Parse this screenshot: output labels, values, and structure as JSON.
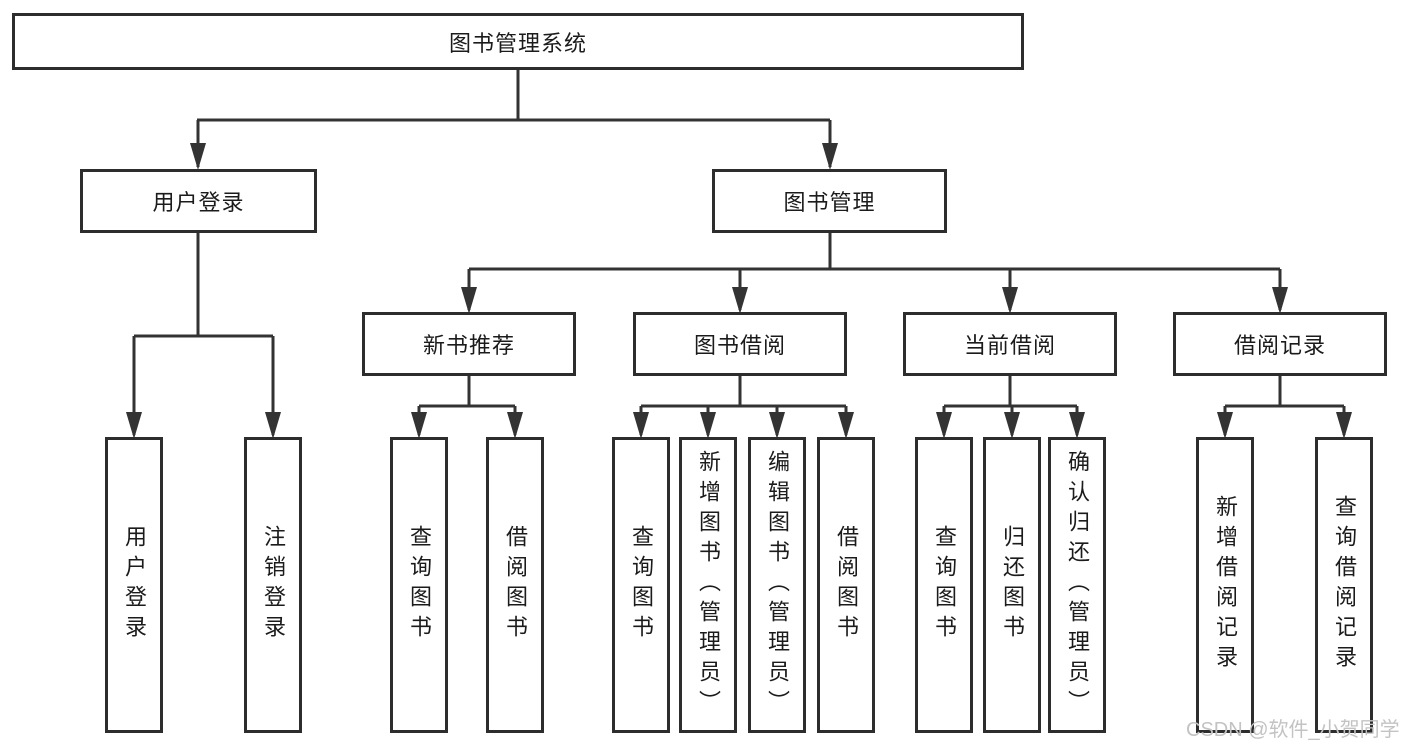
{
  "diagram": {
    "type": "tree",
    "tree": {
      "root": {
        "label": "图书管理系统",
        "children": [
          {
            "label": "用户登录",
            "children": [
              {
                "label": "用户登录"
              },
              {
                "label": "注销登录"
              }
            ]
          },
          {
            "label": "图书管理",
            "children": [
              {
                "label": "新书推荐",
                "children": [
                  {
                    "label": "查询图书"
                  },
                  {
                    "label": "借阅图书"
                  }
                ]
              },
              {
                "label": "图书借阅",
                "children": [
                  {
                    "label": "查询图书"
                  },
                  {
                    "label": "新增图书（管理员）"
                  },
                  {
                    "label": "编辑图书（管理员）"
                  },
                  {
                    "label": "借阅图书"
                  }
                ]
              },
              {
                "label": "当前借阅",
                "children": [
                  {
                    "label": "查询图书"
                  },
                  {
                    "label": "归还图书"
                  },
                  {
                    "label": "确认归还（管理员）"
                  }
                ]
              },
              {
                "label": "借阅记录",
                "children": [
                  {
                    "label": "新增借阅记录"
                  },
                  {
                    "label": "查询借阅记录"
                  }
                ]
              }
            ]
          }
        ]
      }
    },
    "colors": {
      "line": "#333333",
      "box_border": "#2d2d2d",
      "box_fill": "#ffffff",
      "text": "#1b1b1b",
      "watermark": "#c3c3c3",
      "background": "#ffffff"
    }
  },
  "watermark": {
    "text": "CSDN @软件_小贺同学"
  }
}
